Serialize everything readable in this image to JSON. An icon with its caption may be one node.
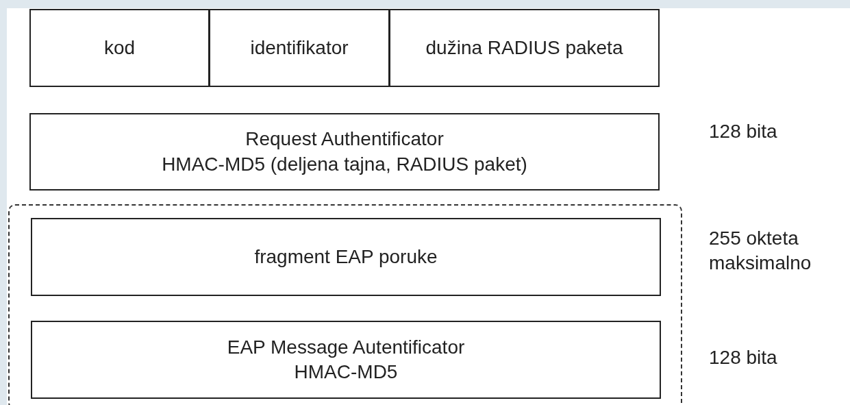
{
  "diagram": {
    "nodes": [
      {
        "text": [
          "kod"
        ]
      },
      {
        "text": [
          "identifikator"
        ]
      },
      {
        "text": [
          "dužina RADIUS paketa"
        ]
      },
      {
        "text": [
          "Request Authentificator",
          "HMAC-MD5 (deljena tajna, RADIUS paket)"
        ]
      },
      {
        "text": [],
        "shape": "box"
      },
      {
        "text": [
          "fragment EAP poruke"
        ],
        "in": 4
      },
      {
        "text": [
          "EAP Message Autentificator",
          "HMAC-MD5"
        ],
        "in": 4
      }
    ],
    "labels": [
      "128 bita",
      "255 okteta maksimalno",
      "128 bita"
    ]
  }
}
